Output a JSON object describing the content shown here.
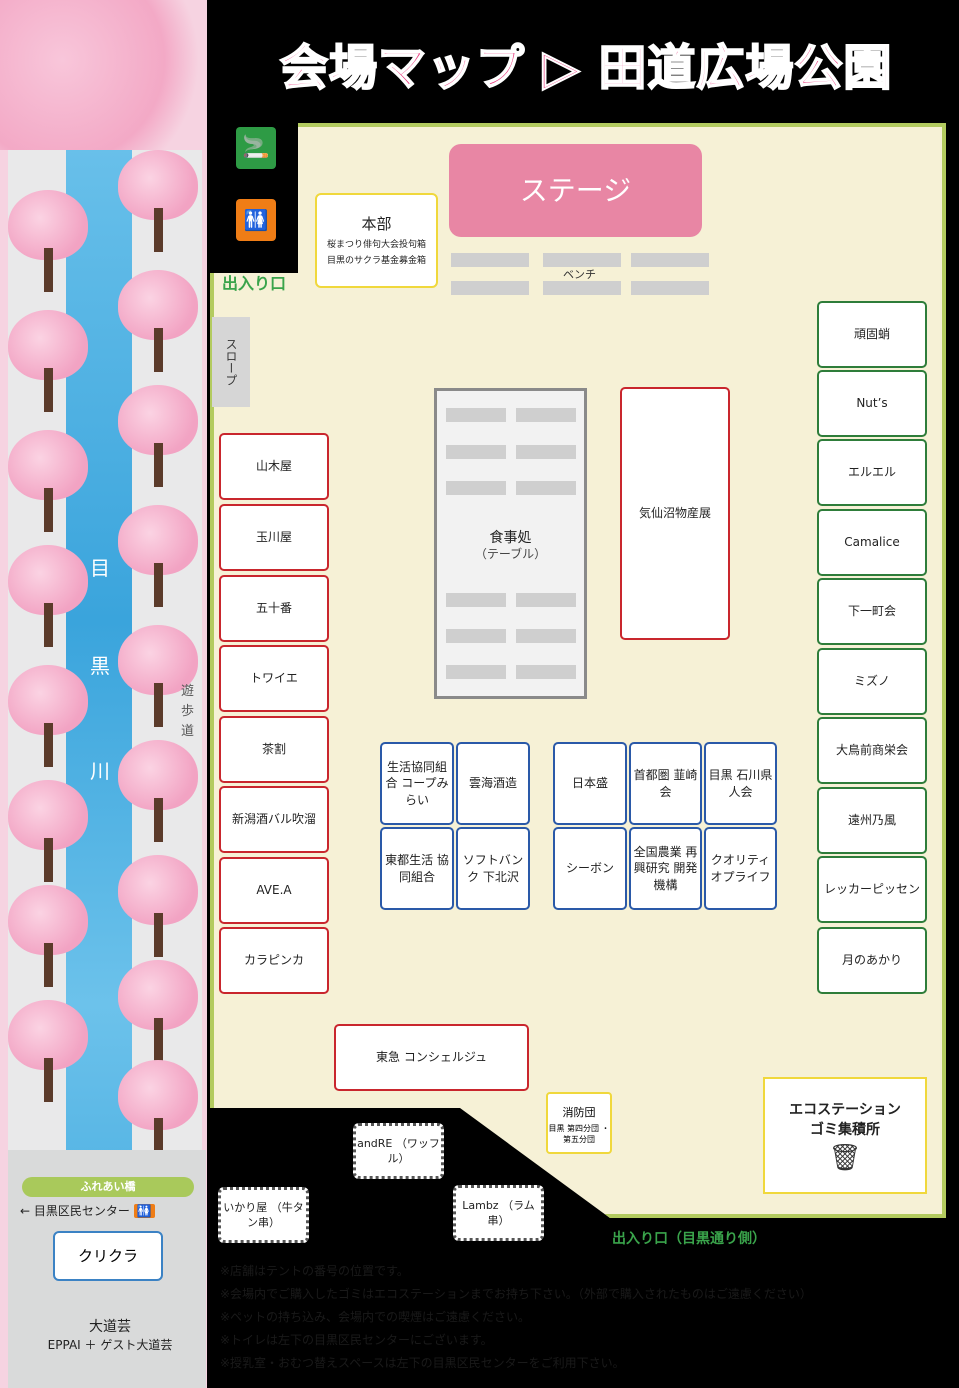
{
  "title": "会場マップ ▷ 田道広場公園",
  "river_chars": [
    "目",
    "黒",
    "川"
  ],
  "walkway_chars": [
    "遊",
    "歩",
    "道"
  ],
  "bridge": {
    "sign": "ふれあい橋",
    "center_link": "← 目黒区民センター"
  },
  "kurikura": "クリクラ",
  "daidogei": {
    "title": "大道芸",
    "sub": "EPPAI ＋ ゲスト大道芸"
  },
  "entrance_left": "出入り口",
  "slope": "スロープ",
  "honbu": {
    "title": "本部",
    "lines": [
      "桜まつり俳句大会投句箱",
      "目黒のサクラ基金募金箱"
    ]
  },
  "stage": "ステージ",
  "bench": "ベンチ",
  "left_booths": [
    "山木屋",
    "玉川屋",
    "五十番",
    "トワイエ",
    "茶割",
    "新潟酒バル吹溜",
    "AVE.A",
    "カラピンカ"
  ],
  "right_booths": [
    "頑固蛸",
    "Nut’s",
    "エルエル",
    "Camalice",
    "下一町会",
    "ミズノ",
    "大鳥前商栄会",
    "遠州乃風",
    "レッカーピッセン",
    "月のあかり"
  ],
  "shokuji": {
    "title": "食事処",
    "sub": "（テーブル）"
  },
  "kesennuma": "気仙沼物産展",
  "center_left_booths": [
    "生活協同組合 コープみらい",
    "雲海酒造",
    "東都生活 協同組合",
    "ソフトバンク 下北沢"
  ],
  "center_right_booths": [
    "日本盛",
    "首都圏 韮崎会",
    "目黒 石川県人会",
    "シーボン",
    "全国農業 再興研究 開発機構",
    "クオリティ オプライフ"
  ],
  "tokyu": "東急 コンシェルジュ",
  "shobodan": {
    "title": "消防団",
    "sub": "目黒 第四分団 ・第五分団"
  },
  "outside_booths": [
    "andRE （ワッフル）",
    "いかり屋 （牛タン串）",
    "Lambz （ラム串）"
  ],
  "eco": {
    "title": "エコステーション",
    "sub": "ゴミ集積所"
  },
  "entrance_bottom": "出入り口（目黒通り側）",
  "notes": [
    "※店舗はテントの番号の位置です。",
    "※会場内でご購入したゴミはエコステーションまでお持ち下さい。（外部で購入されたものはご遠慮ください）",
    "※ペットの持ち込み、会場内での喫煙はご遠慮ください。",
    "※トイレは左下の目黒区民センターにございます。",
    "※授乳室・おむつ替えスペースは左下の目黒区民センターをご利用下さい。"
  ],
  "colors": {
    "title": "#e8337a",
    "stage": "#e886a4",
    "park": "#f6f1d6",
    "park_border": "#b3cb5f",
    "red_booth": "#c9262d",
    "green_booth": "#2e7d3a",
    "blue_booth": "#2a59a8"
  }
}
